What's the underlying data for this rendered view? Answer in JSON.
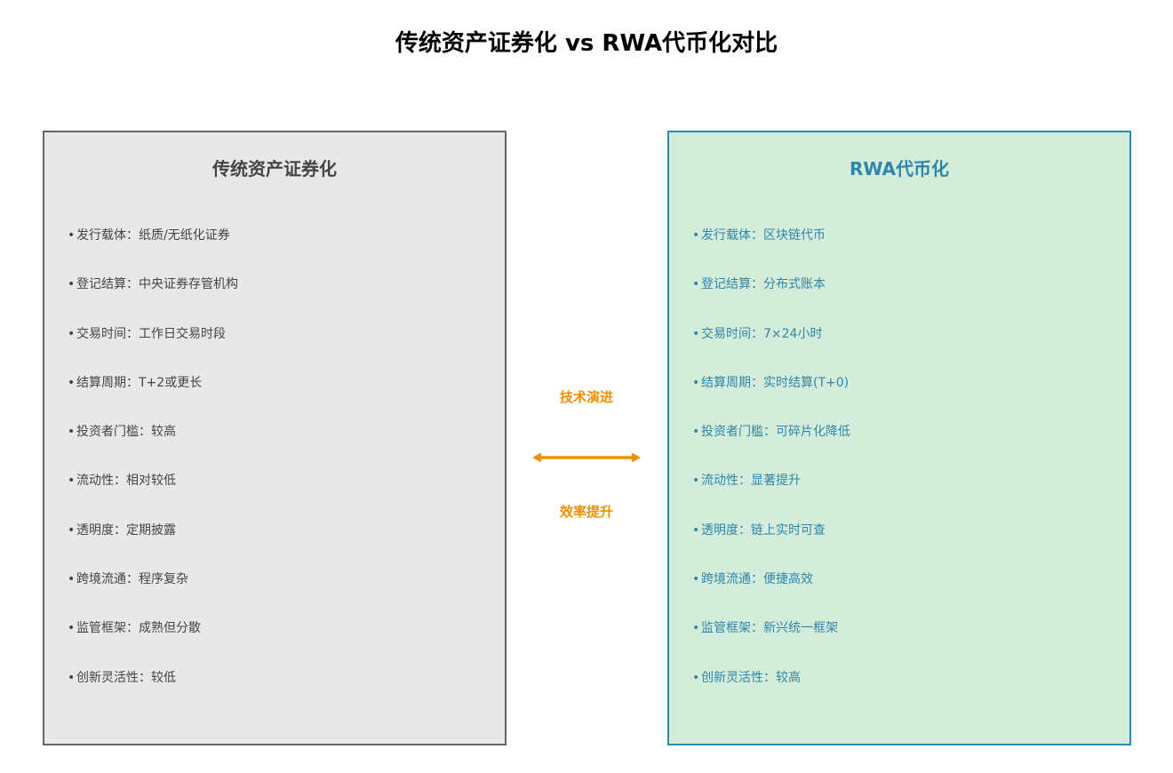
{
  "title": "传统资产证券化 vs RWA代币化对比",
  "left": {
    "title": "传统资产证券化",
    "items": [
      "发行载体：纸质/无纸化证券",
      "登记结算：中央证券存管机构",
      "交易时间：工作日交易时段",
      "结算周期：T+2或更长",
      "投资者门槛：较高",
      "流动性：相对较低",
      "透明度：定期披露",
      "跨境流通：程序复杂",
      "监管框架：成熟但分散",
      "创新灵活性：较低"
    ]
  },
  "right": {
    "title": "RWA代币化",
    "items": [
      "发行载体：区块链代币",
      "登记结算：分布式账本",
      "交易时间：7×24小时",
      "结算周期：实时结算(T+0)",
      "投资者门槛：可碎片化降低",
      "流动性：显著提升",
      "透明度：链上实时可查",
      "跨境流通：便捷高效",
      "监管框架：新兴统一框架",
      "创新灵活性：较高"
    ]
  },
  "middle": {
    "top_label": "技术演进",
    "bottom_label": "效率提升",
    "arrow_icon": "double-arrow"
  },
  "colors": {
    "left_bg": "#e8e8e8",
    "left_border": "#666666",
    "right_bg": "#d4ecda",
    "right_border": "#2e86ab",
    "accent": "#f18f01"
  }
}
